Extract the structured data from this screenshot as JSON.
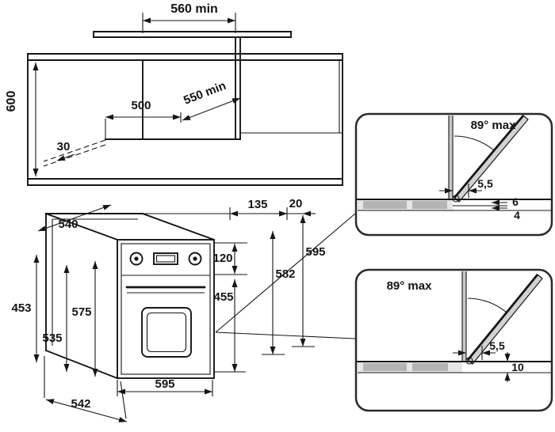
{
  "cabinet_section": {
    "width_min": "560 min",
    "height": "600",
    "depth": "500",
    "depth_min": "550 min",
    "recess": "30"
  },
  "oven": {
    "top_width": "540",
    "bottom_width": "542",
    "rear_height": "453",
    "mid_height": "535",
    "front_height": "575",
    "front_width": "595",
    "door_height": "455",
    "panel_height": "120",
    "top_offset": "135",
    "top_gap": "20",
    "height_582": "582",
    "height_595": "595"
  },
  "detail_top": {
    "angle": "89° max",
    "gap": "5,5",
    "board_a": "6",
    "board_b": "4"
  },
  "detail_bottom": {
    "angle": "89° max",
    "gap": "5,5",
    "thickness": "10"
  }
}
